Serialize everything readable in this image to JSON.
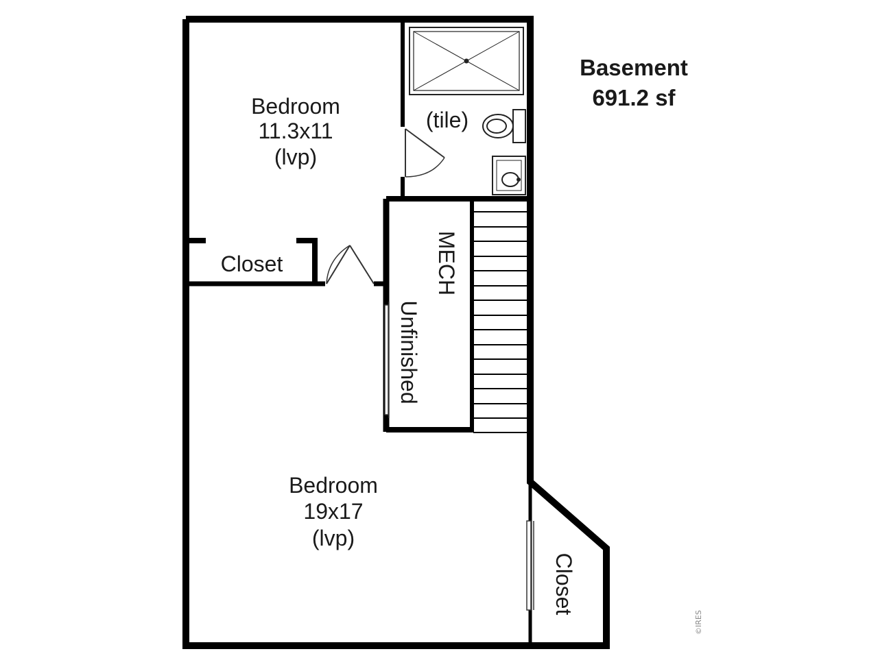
{
  "title": {
    "name": "Basement",
    "area": "691.2 sf"
  },
  "rooms": {
    "bedroom_upper": {
      "name": "Bedroom",
      "size": "11.3x11",
      "floor": "(lvp)"
    },
    "bathroom": {
      "floor": "(tile)"
    },
    "closet_upper": {
      "name": "Closet"
    },
    "mech": {
      "name": "MECH",
      "note": "Unfinished"
    },
    "bedroom_lower": {
      "name": "Bedroom",
      "size": "19x17",
      "floor": "(lvp)"
    },
    "closet_lower": {
      "name": "Closet"
    }
  },
  "watermark": "©IRES",
  "colors": {
    "wall": "#000000",
    "background": "#ffffff",
    "text": "#1a1a1a"
  }
}
